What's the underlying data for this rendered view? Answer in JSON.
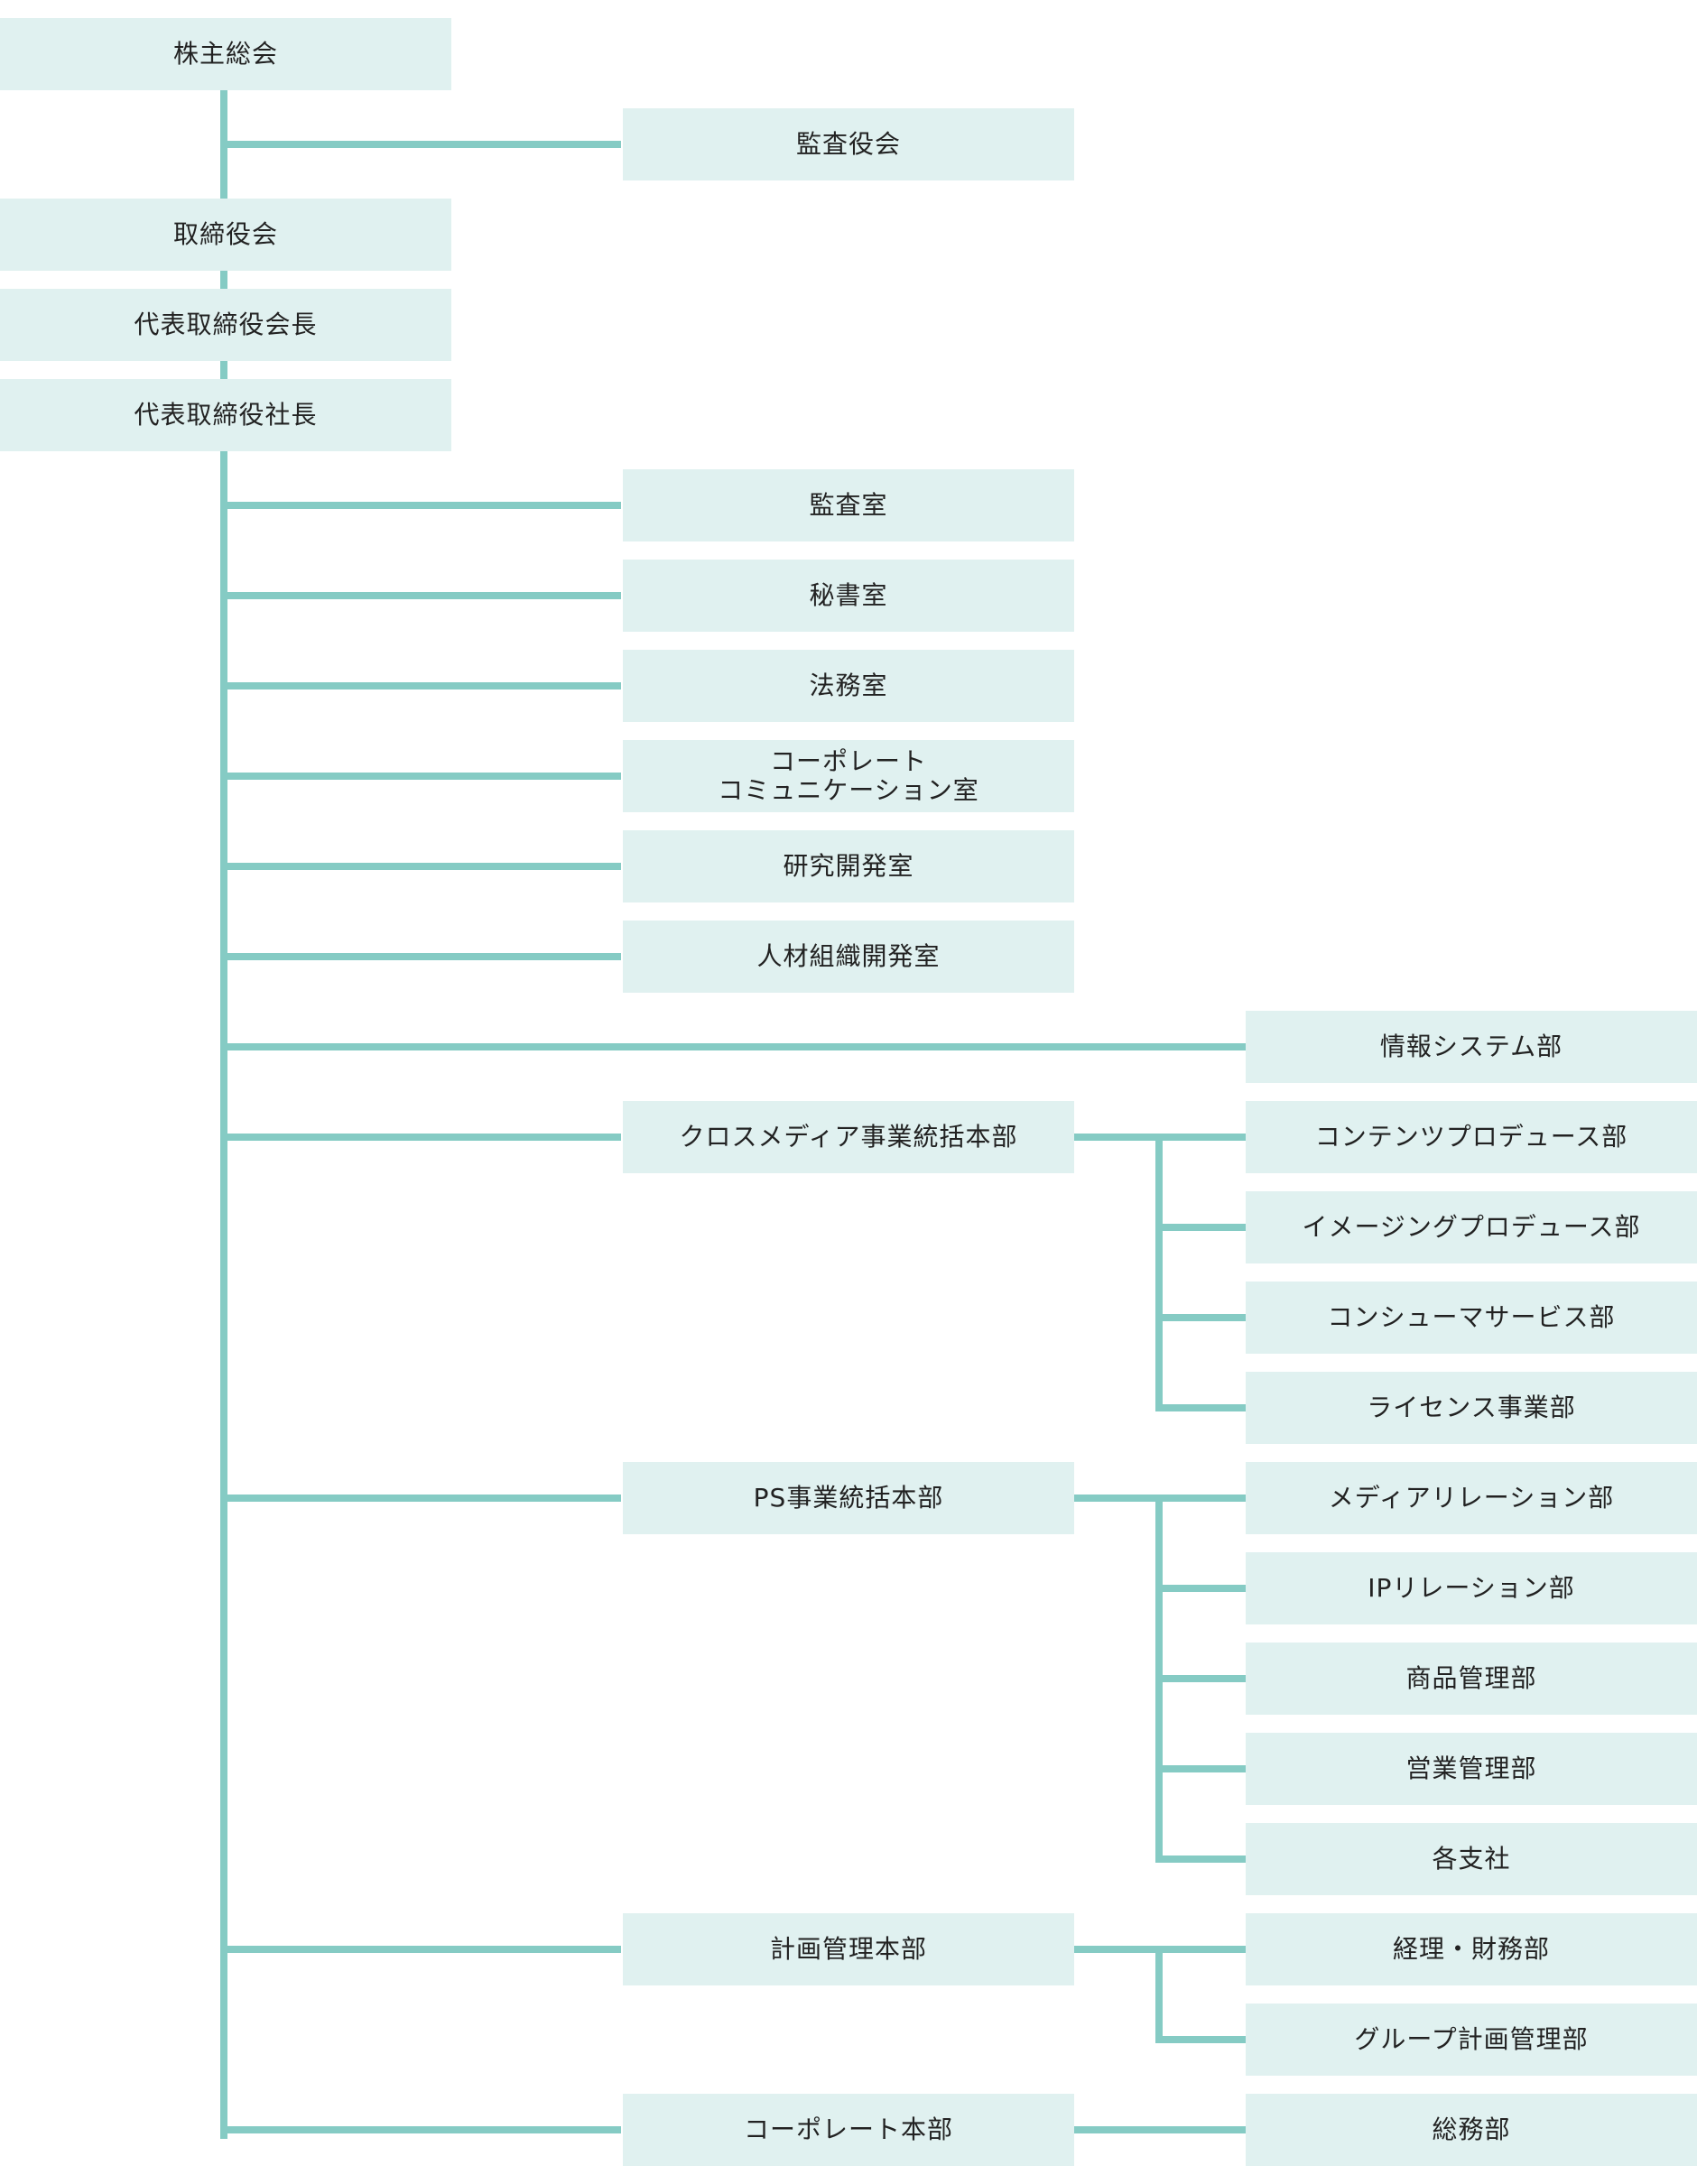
{
  "colors": {
    "box_fill": "#e0f1f0",
    "connector": "#85cbc4",
    "text": "#222222"
  },
  "top": {
    "shareholders": "株主総会",
    "auditors": "監査役会",
    "board": "取締役会",
    "chairman": "代表取締役会長",
    "president": "代表取締役社長"
  },
  "offices": [
    {
      "label": "監査室"
    },
    {
      "label": "秘書室"
    },
    {
      "label": "法務室"
    },
    {
      "label": "コーポレート\nコミュニケーション室"
    },
    {
      "label": "研究開発室"
    },
    {
      "label": "人材組織開発室"
    }
  ],
  "direct_department": {
    "label": "情報システム部"
  },
  "divisions": [
    {
      "label": "クロスメディア事業統括本部",
      "departments": [
        {
          "label": "コンテンツプロデュース部"
        },
        {
          "label": "イメージングプロデュース部"
        },
        {
          "label": "コンシューマサービス部"
        },
        {
          "label": "ライセンス事業部"
        }
      ]
    },
    {
      "label": "PS事業統括本部",
      "departments": [
        {
          "label": "メディアリレーション部"
        },
        {
          "label": "IPリレーション部"
        },
        {
          "label": "商品管理部"
        },
        {
          "label": "営業管理部"
        },
        {
          "label": "各支社"
        }
      ]
    },
    {
      "label": "計画管理本部",
      "departments": [
        {
          "label": "経理・財務部"
        },
        {
          "label": "グループ計画管理部"
        }
      ]
    },
    {
      "label": "コーポレート本部",
      "departments": [
        {
          "label": "総務部"
        }
      ]
    }
  ]
}
